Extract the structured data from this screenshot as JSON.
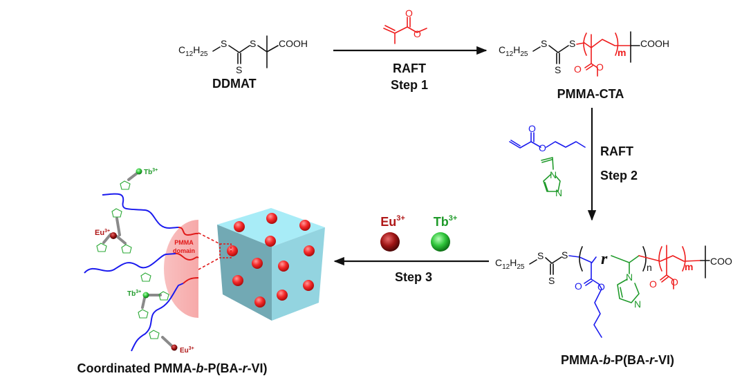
{
  "figure": {
    "type": "reaction-scheme",
    "colors": {
      "pmma": "#ee1c1c",
      "ba": "#1a1aee",
      "vi": "#1f9a2a",
      "eu": "#b01818",
      "tb": "#1f9a2a",
      "matrix": "#a6e4f0",
      "domain": "#f6a6a6",
      "text": "#111111"
    }
  },
  "compounds": {
    "ddmat": {
      "name": "DDMAT",
      "alkyl": "C",
      "alkyl_c_sub": "12",
      "alkyl_h": "H",
      "alkyl_h_sub": "25",
      "s": "S",
      "cooh": "COOH"
    },
    "pmma_cta": {
      "name": "PMMA-CTA",
      "repeat": "m",
      "o": "O",
      "cooh": "COOH"
    },
    "block_copolymer": {
      "name_parts": [
        "PMMA-",
        "b",
        "-P(BA-",
        "r",
        "-VI)"
      ],
      "random_marker": "r",
      "repeat_n": "n",
      "repeat_m": "m",
      "o": "O",
      "n_atom": "N",
      "end_group": "COO"
    },
    "coordinated": {
      "name_parts": [
        "Coordinated PMMA-",
        "b",
        "-P(BA-",
        "r",
        "-VI)"
      ],
      "domain_label_1": "PMMA",
      "domain_label_2": "domain"
    }
  },
  "steps": [
    {
      "method": "RAFT",
      "label": "Step 1",
      "reagent": "methyl methacrylate",
      "direction": "right"
    },
    {
      "method": "RAFT",
      "label": "Step 2",
      "reagents": [
        "butyl acrylate",
        "1-vinylimidazole"
      ],
      "direction": "down"
    },
    {
      "method": "",
      "label": "Step 3",
      "reagents": [
        "Eu3+",
        "Tb3+"
      ],
      "direction": "left"
    }
  ],
  "ions": {
    "eu": {
      "base": "Eu",
      "charge": "3+"
    },
    "tb": {
      "base": "Tb",
      "charge": "3+"
    }
  }
}
